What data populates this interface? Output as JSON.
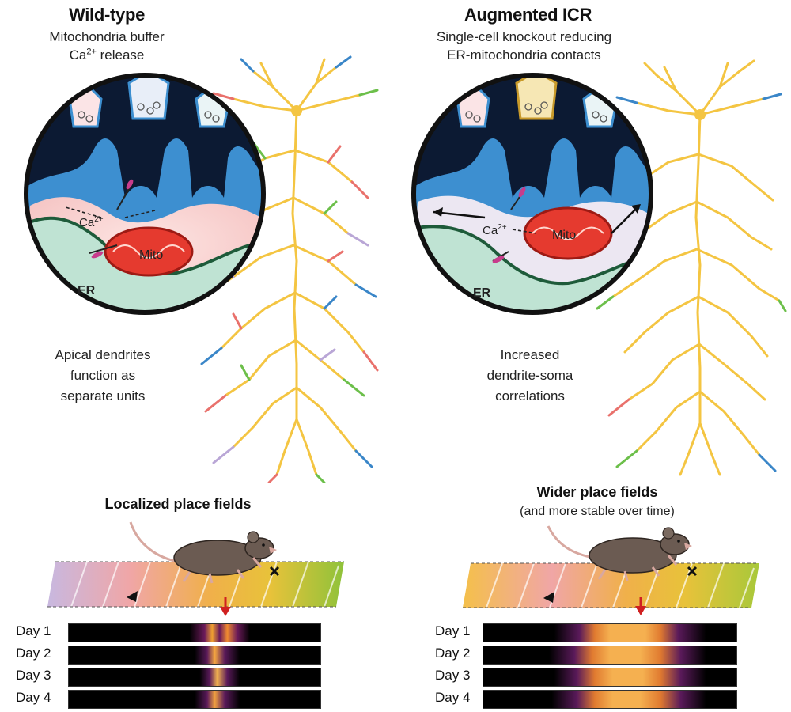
{
  "left": {
    "title": "Wild-type",
    "subtitle_line1": "Mitochondria buffer",
    "subtitle_line2_prefix": "Ca",
    "subtitle_line2_sup": "2+",
    "subtitle_line2_suffix": " release",
    "inset_labels": {
      "ca": "Ca",
      "ca_sup": "2+",
      "mito": "Mito",
      "er": "ER"
    },
    "caption": [
      "Apical dendrites",
      "function as",
      "separate units"
    ],
    "place_title": "Localized place fields",
    "days": [
      "Day 1",
      "Day 2",
      "Day 3",
      "Day 4"
    ],
    "field_profile": "narrow"
  },
  "right": {
    "title": "Augmented ICR",
    "subtitle_line1": "Single-cell knockout reducing",
    "subtitle_line2": "ER-mitochondria contacts",
    "inset_labels": {
      "ca": "Ca",
      "ca_sup": "2+",
      "mito": "Mito",
      "er": "ER"
    },
    "caption": [
      "Increased",
      "dendrite-soma",
      "correlations"
    ],
    "place_title": "Wider place fields",
    "place_subtitle": "(and more stable over time)",
    "days": [
      "Day 1",
      "Day 2",
      "Day 3",
      "Day 4"
    ],
    "field_profile": "wide"
  },
  "colors": {
    "neuron_trunk": "#f4c542",
    "dendrite_accents": [
      "#e9716c",
      "#3a86c8",
      "#6cbf4a",
      "#b9a6d6"
    ],
    "mito_fill": "#e53a2f",
    "er_line": "#1e5b3a",
    "cytosol_blue": "#5aa7dc",
    "marker_arrow": "#d02020"
  }
}
